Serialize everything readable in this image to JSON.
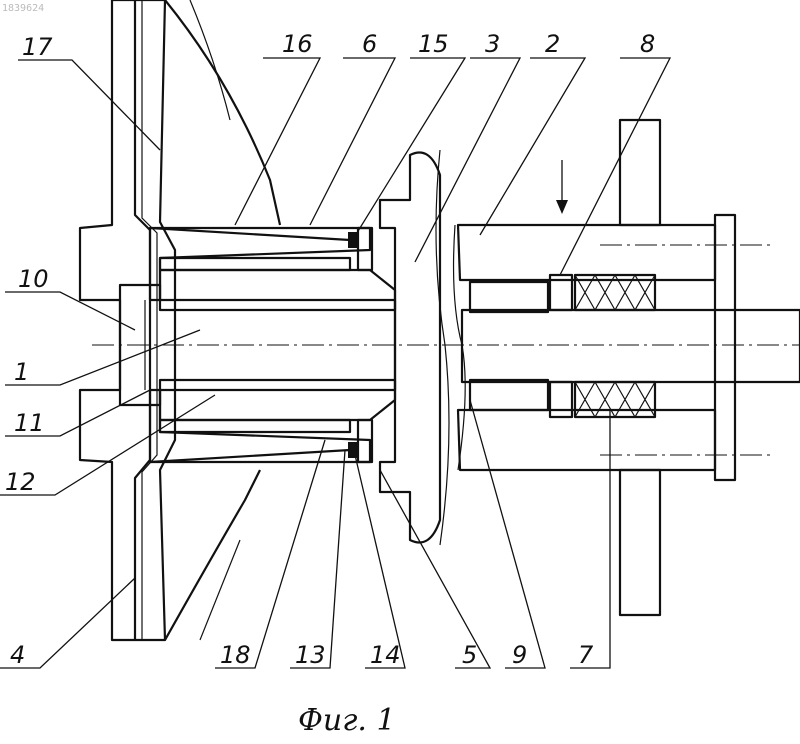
{
  "figure": {
    "caption": "Фиг. 1",
    "watermark": "1839624",
    "labels": {
      "l1": "1",
      "l2": "2",
      "l3": "3",
      "l4": "4",
      "l5": "5",
      "l6": "6",
      "l7": "7",
      "l8": "8",
      "l9": "9",
      "l10": "10",
      "l11": "11",
      "l12": "12",
      "l13": "13",
      "l14": "14",
      "l15": "15",
      "l16": "16",
      "l17": "17",
      "l18": "18"
    }
  }
}
